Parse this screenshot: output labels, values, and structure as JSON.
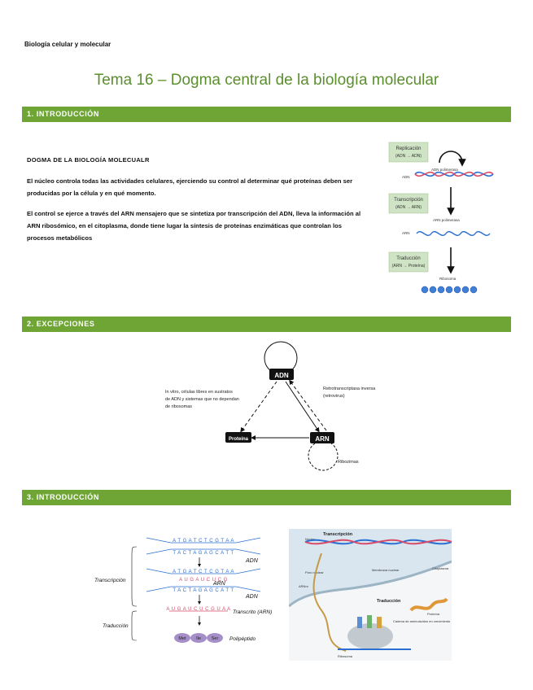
{
  "doc": {
    "header": "Biología celular y molecular",
    "title": "Tema 16 – Dogma central de la biología molecular"
  },
  "sections": [
    {
      "heading": "1. INTRODUCCIÓN"
    },
    {
      "heading": "2. EXCEPCIONES"
    },
    {
      "heading": "3. INTRODUCCIÓN"
    }
  ],
  "intro": {
    "subheading": "DOGMA DE LA BIOLOGÍA MOLECUALR",
    "p1": "El núcleo controla todas las actividades celulares, ejerciendo su control al determinar qué proteínas deben ser producidas por la célula y en qué momento.",
    "p2": "El control se ejerce a través del ARN mensajero que se sintetiza por transcripción del ADN, lleva la información al ARN ribosómico, en el citoplasma, donde tiene lugar la síntesis de proteínas enzimáticas que controlan los procesos metabólicos"
  },
  "fig1": {
    "replication": "Replicación",
    "replication_sub": "(ADN → ADN)",
    "transcription": "Transcripción",
    "transcription_sub": "(ADN → ARN)",
    "translation": "Traducción",
    "translation_sub": "(ARN → Proteína)",
    "dna_label": "ADN",
    "dna_pol": "ADN polimerasa",
    "rna_pol": "ARN polimerasa",
    "rna_label": "ARN",
    "ribosome": "Ribosoma"
  },
  "fig2": {
    "adn": "ADN",
    "arn": "ARN",
    "protein": "Proteína",
    "left_note_1": "In vitro, células libres en sustratos",
    "left_note_2": "de ADN y sistemas que no dependan",
    "left_note_3": "de ribosomas",
    "right_note_1": "Retrotranscriptasa inversa",
    "right_note_2": "(retrovirus)",
    "ribozymes": "Ribozimas"
  },
  "fig3": {
    "dna_seq_top": "A T G A T C T C G T A A",
    "dna_seq_bottom": "T A C T A G A G C A T T",
    "adn_label": "ADN",
    "rna_seq": "A U G A U C U C G",
    "arn_label": "ARN",
    "transcription": "Transcripción",
    "mrna_seq": "A U G A U C U C G U A A",
    "mrna_label": "Transcrito (ARN)",
    "translation": "Traducción",
    "aa1": "Met",
    "aa2": "Ile",
    "aa3": "Ser",
    "polypeptide": "Polipéptido"
  },
  "fig4": {
    "title": "Transcripción",
    "nucleus": "Núcleo",
    "pore": "Poro nuclear",
    "membrane": "Membrana nuclear",
    "cytoplasm": "Citoplasma",
    "translation": "Traducción",
    "protein": "Proteína",
    "aa_chain": "Cadena de aminoácidos en crecimiento",
    "ribosome": "Ribosoma",
    "mrna": "ARNm"
  },
  "colors": {
    "green": "#6ea534",
    "title_green": "#5b8f2d",
    "box_green": "#cfe3c5",
    "dna_blue": "#2a6fd1",
    "dna_pink": "#d74b6a"
  }
}
